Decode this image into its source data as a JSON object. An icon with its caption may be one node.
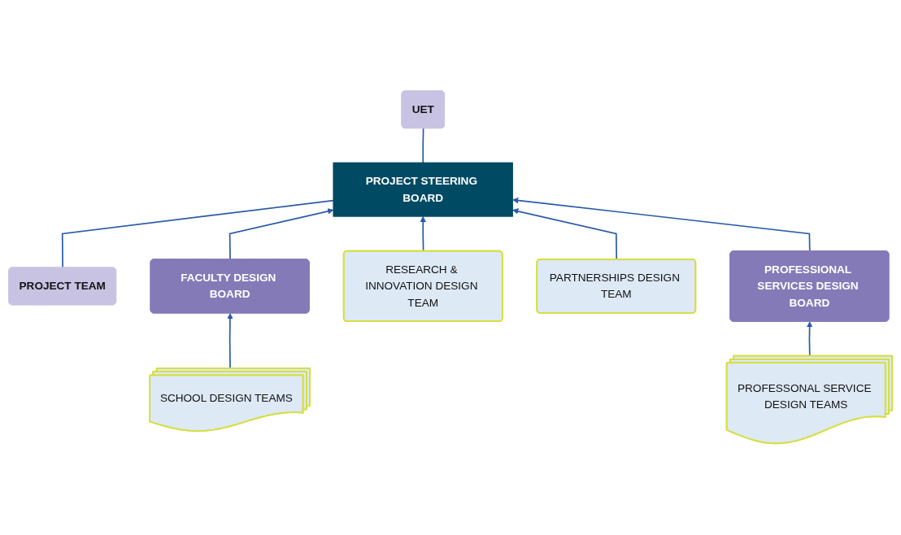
{
  "diagram": {
    "nodes": [
      {
        "text": [
          "PROJECT TEAM"
        ]
      },
      {
        "text": [
          "PROJECT STEERING BOARD"
        ]
      },
      {
        "text": [
          "UET"
        ]
      },
      {
        "text": [
          "FACULTY DESIGN BOARD"
        ]
      },
      {
        "text": [
          "RESEARCH & INNOVATION DESIGN TEAM"
        ]
      },
      {
        "text": [
          "PARTNERSHIPS DESIGN TEAM"
        ]
      },
      {
        "text": [
          "PROFESSIONAL SERVICES DESIGN BOARD"
        ]
      },
      {
        "text": [
          "SCHOOL DESIGN TEAMS"
        ]
      },
      {
        "text": [
          "PROFESSONAL SERVICE DESIGN TEAMS"
        ]
      }
    ],
    "edges": [
      {
        "from": 0,
        "to": 1,
        "arrow": "none"
      },
      {
        "from": 1,
        "to": 2,
        "arrow": "none"
      },
      {
        "from": 3,
        "to": 1,
        "arrow": "to"
      },
      {
        "from": 4,
        "to": 1,
        "arrow": "to"
      },
      {
        "from": 5,
        "to": 1,
        "arrow": "to"
      },
      {
        "from": 6,
        "to": 1,
        "arrow": "to"
      },
      {
        "from": 7,
        "to": 3,
        "arrow": "to"
      },
      {
        "from": 8,
        "to": 6,
        "arrow": "to"
      }
    ]
  }
}
